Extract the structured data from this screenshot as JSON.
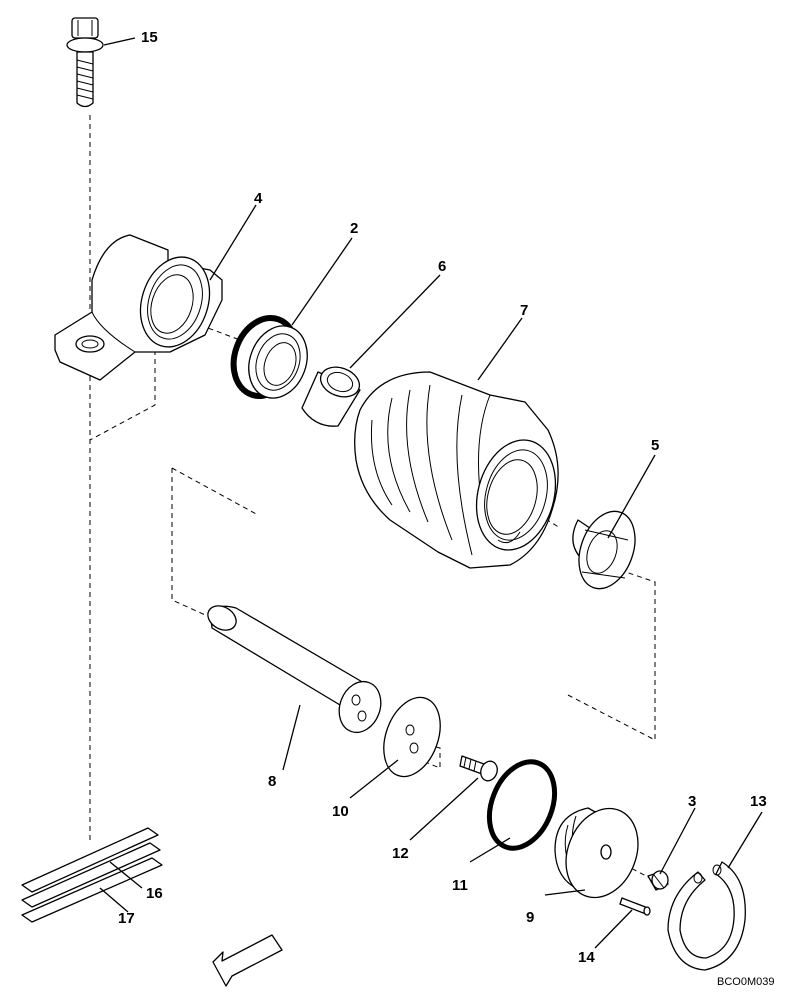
{
  "callouts": {
    "c15": "15",
    "c4": "4",
    "c2": "2",
    "c6": "6",
    "c7": "7",
    "c5": "5",
    "c8": "8",
    "c10": "10",
    "c12": "12",
    "c11": "11",
    "c9": "9",
    "c3": "3",
    "c13": "13",
    "c14": "14",
    "c16": "16",
    "c17": "17"
  },
  "drawing_code": "BCO0M039",
  "icons": {
    "direction_arrow": "front-direction-arrow-icon"
  }
}
